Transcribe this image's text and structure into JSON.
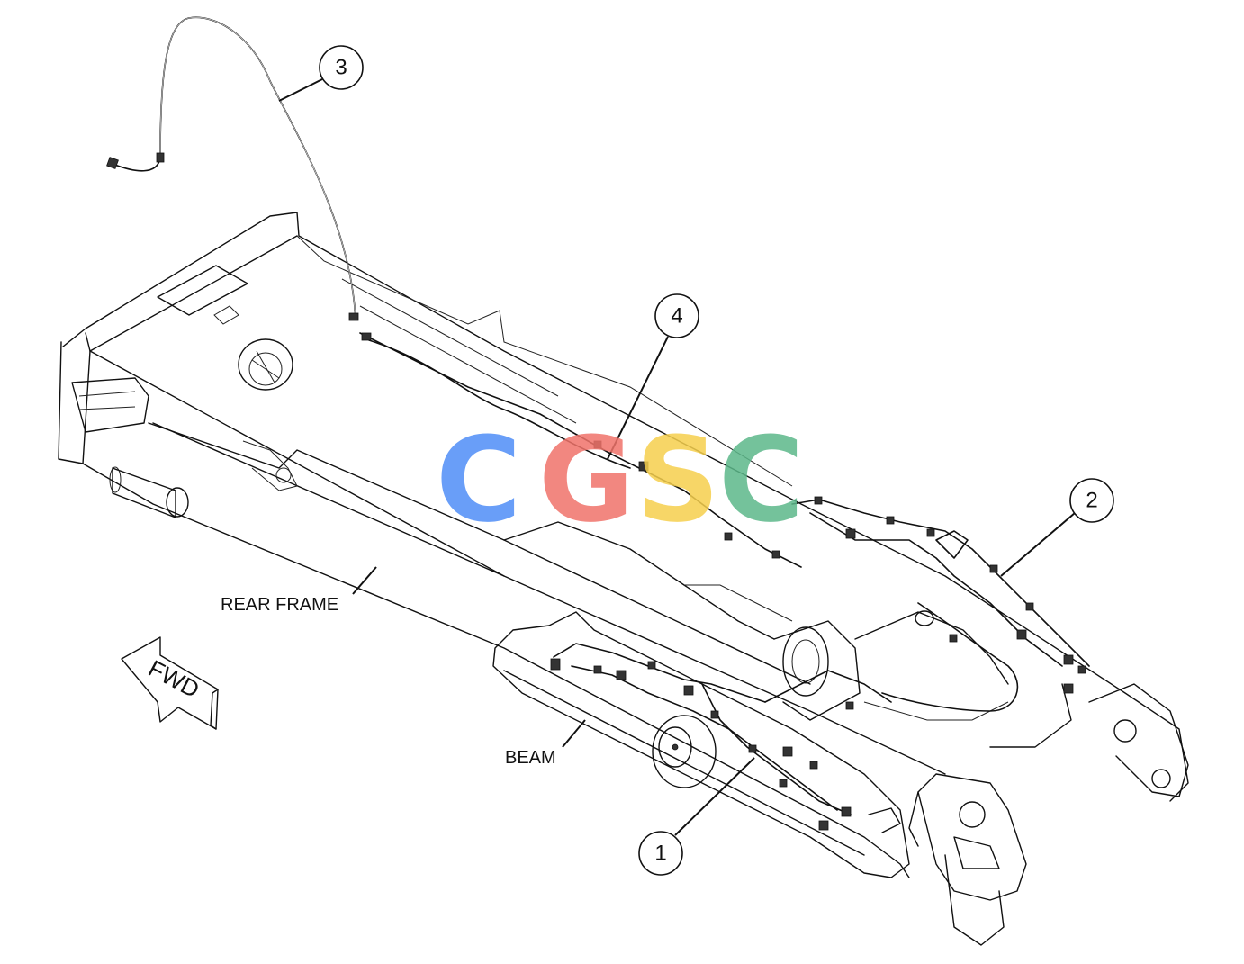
{
  "callouts": [
    {
      "id": "1",
      "label": "1"
    },
    {
      "id": "2",
      "label": "2"
    },
    {
      "id": "3",
      "label": "3"
    },
    {
      "id": "4",
      "label": "4"
    }
  ],
  "labels": {
    "rear_frame": "REAR FRAME",
    "beam": "BEAM",
    "fwd": "FWD"
  },
  "watermark": {
    "letters": [
      "C",
      "G",
      "S",
      "C"
    ],
    "colors": [
      "#4f8ef7",
      "#f0736a",
      "#f6d04d",
      "#5cb88a"
    ]
  }
}
